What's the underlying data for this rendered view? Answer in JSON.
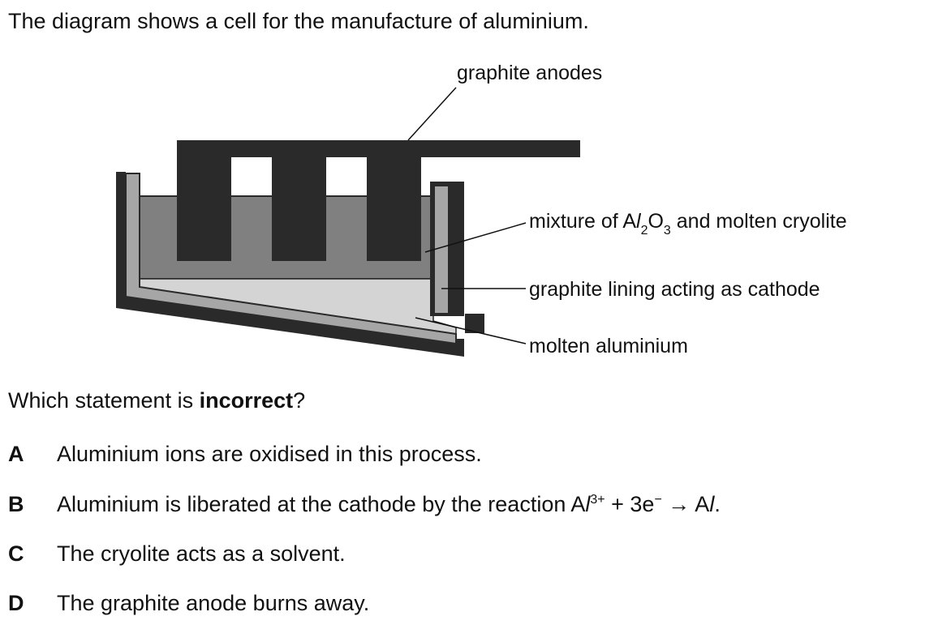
{
  "intro": "The diagram shows a cell for the manufacture of aluminium.",
  "labels": {
    "anodes": "graphite anodes",
    "mixture_prefix": "mixture of A",
    "mixture_l": "l",
    "mixture_sub2": "2",
    "mixture_O": "O",
    "mixture_sub3": "3",
    "mixture_suffix": " and molten cryolite",
    "lining": "graphite lining acting as cathode",
    "molten": "molten aluminium"
  },
  "question": {
    "prefix": "Which statement is ",
    "emphasis": "incorrect",
    "suffix": "?"
  },
  "options": [
    {
      "letter": "A",
      "text": "Aluminium ions are oxidised in this process."
    },
    {
      "letter": "B",
      "text_prefix": "Aluminium is liberated at the cathode by the reaction A",
      "l1": "l",
      "charge": "3+",
      "middle": " + 3e",
      "minus": "−",
      "arrow": " → A",
      "l2": "l",
      "end": "."
    },
    {
      "letter": "C",
      "text": "The cryolite acts as a solvent."
    },
    {
      "letter": "D",
      "text": "The graphite anode burns away."
    }
  ],
  "colors": {
    "graphite": "#2a2a2a",
    "electrolyte": "#808080",
    "lining": "#a6a6a6",
    "molten_aluminium": "#d4d4d4"
  }
}
